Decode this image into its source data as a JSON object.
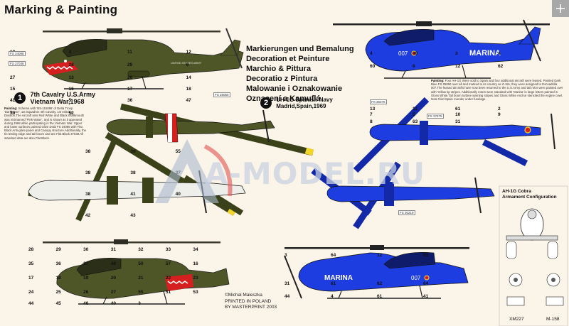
{
  "sheet_title": "Marking & Painting",
  "language_titles": [
    "Markierungen und Bemalung",
    "Decoration et Peinture",
    "Marchio & Pittura",
    "Decoratio z Pintura",
    "Malowanie i Oznakowanie",
    "Oznacení a Kamuflá"
  ],
  "scheme1": {
    "number": "1",
    "unit": "7th Cavalry U.S.Army",
    "place": "Vietnam War,1968",
    "text_title": "Painting:",
    "text": "Scheme with 'BS-115086' of Delta Troop 'Darkhorse', 1st Squadron 4th Cavalry, 1st Infantry Division.The Aircraft sets Red White and Black sharkmouth was nicknamed 'Pink Water', and is shown as it appeared during 1968 while participating in the Vietnam War. Upper and lower surfaces painted Olive Drab FS 34088 with Flat Black Anti-glare panel and Canopy structure.Additionally, the tin testing edge and tail boom and are Flat Black 37038.All standard data are also Flat Black."
  },
  "scheme2": {
    "number": "2",
    "unit": "UH-1G Spanish Navy",
    "place": "Madrid,Spain,1969",
    "text_title": "Painting:",
    "text": "Four AH-1G Were sold to Spain and four additional aircraft were leased. Painted Dark Blue FS 25050 over all and marked to its country as Z-18s, they were assigned to Escuadrilla 007.The leased aircrafts have now been returned to the U.S.Army and tail rotor were painted over with Yellow tip stripes. Additionally rotors were standard with 'Marina' in large letters painted in Gloss White.Tail boom turbine warning stripes and Gloss White Anchor stenciled the engine cowl. Note third Spain rounder under fuselage."
  },
  "heli1": {
    "nose_text": "UNITED STATES ARMY"
  },
  "heli2": {
    "tail_text": "MARINA",
    "code": "007"
  },
  "credits": [
    "©Michal Maleszka",
    "PRINTED IN POLAND",
    "BY MASTERPRINT 2003"
  ],
  "watermark": "A-MODEL.RU",
  "armament": {
    "title": "AH-1G Cobra",
    "subtitle": "Armament Configuration",
    "ref_left": "XM227",
    "ref_right": "M-158"
  },
  "fs_codes": [
    "FS 34088",
    "FS 37038",
    "FS 25050",
    "FS 36375",
    "FS 37875",
    "FS 30219"
  ],
  "callout_numbers_top_left": [
    "19",
    "4",
    "11",
    "12",
    "40",
    "28",
    "29",
    "6",
    "27",
    "13",
    "26",
    "14",
    "15",
    "16",
    "17",
    "18",
    "41",
    "5",
    "36",
    "47",
    "30",
    "52"
  ],
  "callout_numbers_top_right": [
    "4",
    "40",
    "3",
    "4",
    "60",
    "6",
    "12",
    "62",
    "13",
    "11",
    "61",
    "2",
    "7",
    "5",
    "10",
    "9",
    "8",
    "63",
    "31"
  ],
  "callout_numbers_mid_left": [
    "38",
    "39",
    "55",
    "38",
    "38",
    "37",
    "38",
    "41",
    "40",
    "42",
    "43"
  ],
  "callout_numbers_bottom_left": [
    "28",
    "29",
    "30",
    "31",
    "32",
    "33",
    "34",
    "35",
    "36",
    "37",
    "48",
    "50",
    "57",
    "16",
    "17",
    "18",
    "19",
    "20",
    "21",
    "22",
    "23",
    "24",
    "25",
    "26",
    "27",
    "55",
    "51",
    "53",
    "44",
    "45",
    "46",
    "40",
    "3"
  ],
  "callout_numbers_bottom_right": [
    "3",
    "64",
    "12",
    "63",
    "31",
    "61",
    "62",
    "64",
    "44",
    "4",
    "61",
    "41"
  ],
  "colors": {
    "olive": "#4e5526",
    "olive_dark": "#3b4119",
    "navy_blue": "#1e3de0",
    "navy_dark": "#1429a8",
    "red": "#d61f1f",
    "yellow": "#f1d628",
    "paper": "#fbf4e8"
  }
}
